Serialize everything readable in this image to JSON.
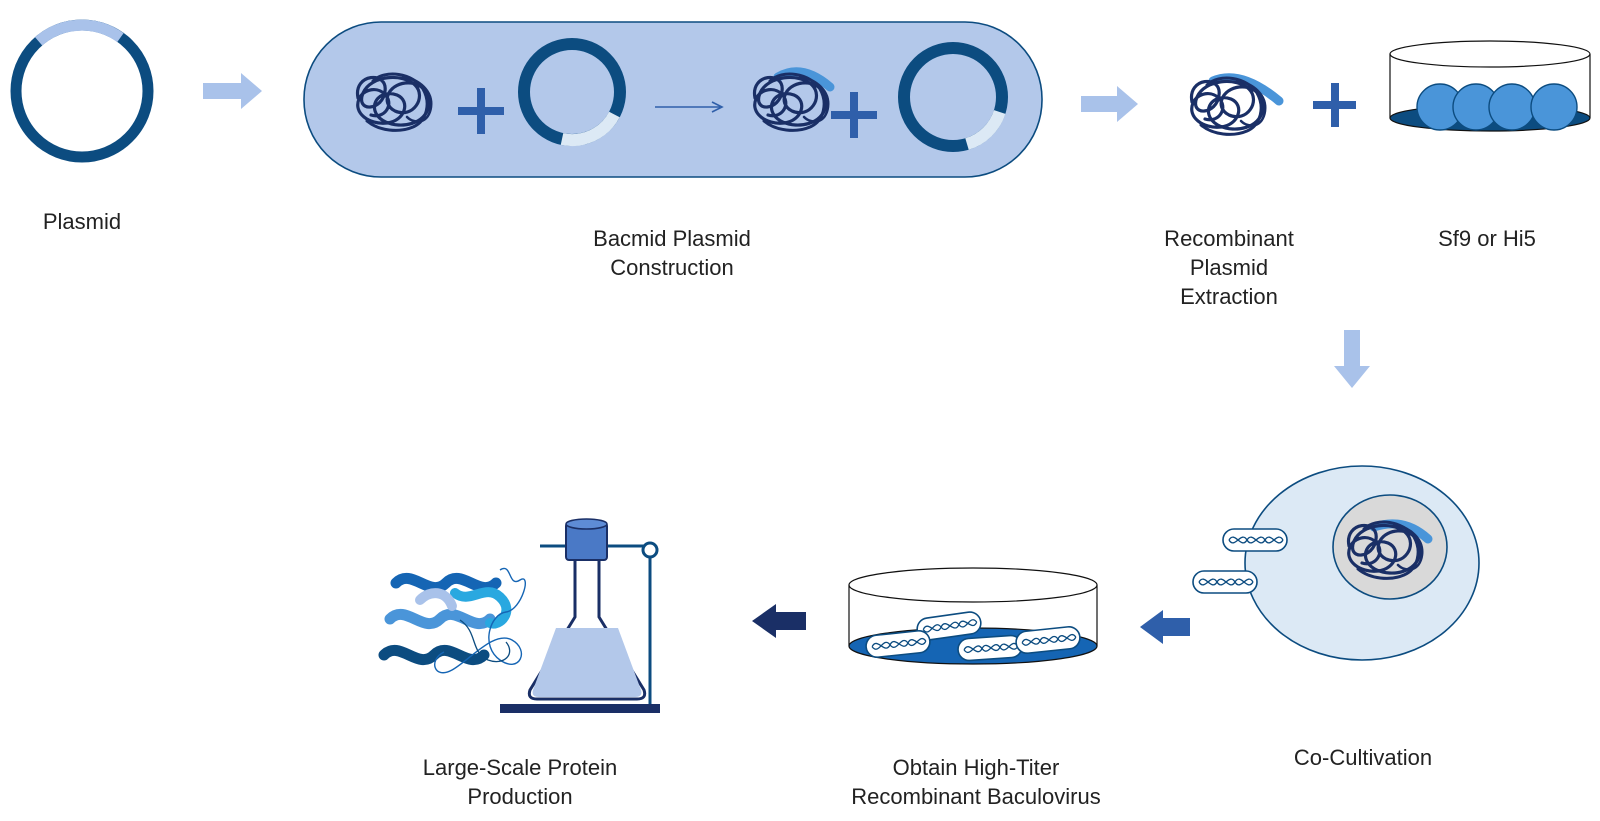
{
  "labels": {
    "plasmid": "Plasmid",
    "bacmid_line1": "Bacmid Plasmid",
    "bacmid_line2": "Construction",
    "recombinant_line1": "Recombinant",
    "recombinant_line2": "Plasmid",
    "recombinant_line3": "Extraction",
    "cells": "Sf9 or Hi5",
    "cocultivation": "Co-Cultivation",
    "titer_line1": "Obtain High-Titer",
    "titer_line2": "Recombinant Baculovirus",
    "production_line1": "Large-Scale Protein",
    "production_line2": "Production"
  },
  "colors": {
    "dark_navy": "#0c4c80",
    "coil_navy": "#1a2f66",
    "mid_blue": "#2f5faa",
    "light_blue": "#9fbbe6",
    "capsule_fill": "#b3c8ea",
    "accent_blue": "#4a95d9",
    "pale_blue": "#dce9f5"
  }
}
